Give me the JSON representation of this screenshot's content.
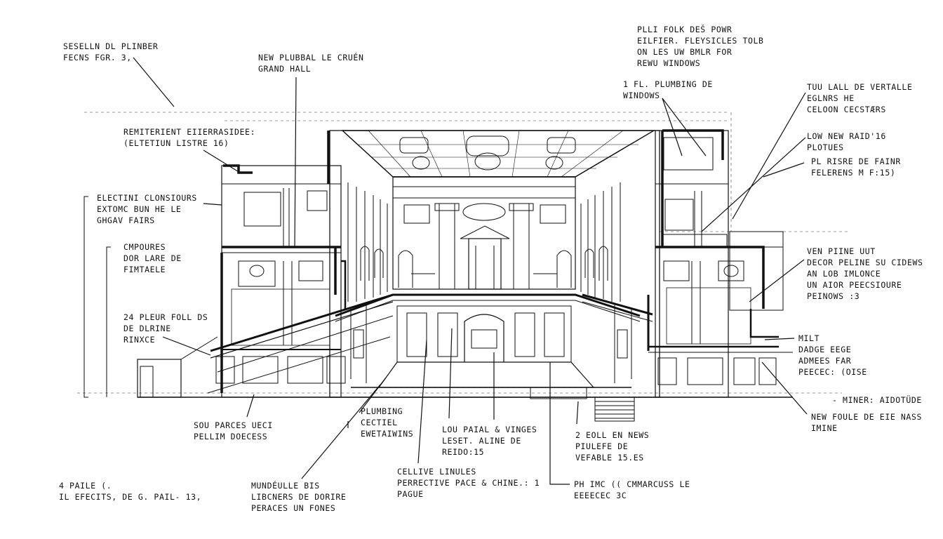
{
  "annotations": [
    {
      "id": "a1",
      "lines": [
        "SESELLN DL PLINBER",
        "FECNS FGR. 3,"
      ]
    },
    {
      "id": "a2",
      "lines": [
        "NEW PLUBBAL LE CRUÉN",
        "GRAND HALL"
      ]
    },
    {
      "id": "a3",
      "lines": [
        "PLLI FOLK DEŠ POWR",
        "EILFIER. FLEYSICLES TOLB",
        "ON LES UW BMLR FOR",
        "REWU WINDOWS"
      ]
    },
    {
      "id": "a4",
      "lines": [
        "1 FL. PLUMBING DE",
        "WINDOWS"
      ]
    },
    {
      "id": "a5",
      "lines": [
        "TUU LALL DE VERTALLE",
        "EGLNRS HE",
        "CELOON CECSTÆRS"
      ]
    },
    {
      "id": "a6",
      "lines": [
        "REMITERIENT EIIERRASIDEE:",
        "(ELTETIUN LISTRE 16)"
      ]
    },
    {
      "id": "a7",
      "lines": [
        "LOW NEW RAID'16",
        "PLOTUES"
      ]
    },
    {
      "id": "a8",
      "lines": [
        "PL RISRE DE FAINR",
        "FELERENS M F:15)"
      ]
    },
    {
      "id": "a9",
      "lines": [
        "ELECTINI CLONSIOURS",
        "EXTOMC BUN HE LE",
        "GHGAV FAIRS"
      ]
    },
    {
      "id": "a10",
      "lines": [
        "CMPOURES",
        "DOR LARE DE",
        "FIMTAELE"
      ]
    },
    {
      "id": "a11",
      "lines": [
        "VEN PIINE UUT",
        "DECOR PELINE SU CIDEWS",
        "AN LOB IMLONCE",
        "UN AIOR PEECSIOURE",
        "PEINOWS :3"
      ]
    },
    {
      "id": "a12",
      "lines": [
        "24 PLEUR FOLL DS",
        "DE DLRINE",
        "RINXCE"
      ]
    },
    {
      "id": "a13",
      "lines": [
        "MILT",
        "DADGE EEGE",
        "ADMEES FAR",
        "PEECEC: (OISE"
      ]
    },
    {
      "id": "a14",
      "lines": [
        "- MINER: AIDOTÜDE"
      ]
    },
    {
      "id": "a15",
      "lines": [
        "NEW FOULE DE EIE NASS",
        "IMINE"
      ]
    },
    {
      "id": "a16",
      "lines": [
        "SOU PARCES UECI",
        "PELLIM DOECESS"
      ]
    },
    {
      "id": "a17",
      "lines": [
        "PLUMBING",
        "CECTIEL",
        "EWETAIWINS"
      ]
    },
    {
      "id": "a18",
      "lines": [
        "LOU PAIAL & VINGES",
        "LESET. ALINE DE",
        "REIDO:15"
      ]
    },
    {
      "id": "a19",
      "lines": [
        "2 EOLL EN NEWS",
        "PIULEFE DE",
        "VEFABLE 15.ES"
      ]
    },
    {
      "id": "a20",
      "lines": [
        "CELLIVE LINULES",
        "PERRECTIVE PACE & CHINE.: 1",
        "PAGUE"
      ]
    },
    {
      "id": "a21",
      "lines": [
        "PH IMC (( CMMARCUSS LE",
        "EEEECEC 3C"
      ]
    },
    {
      "id": "a22",
      "lines": [
        "MUNDÉULLE BIS",
        "LIBCNERS DE DORIRE",
        "PERACES UN FONES"
      ]
    },
    {
      "id": "a23",
      "lines": [
        "4 PAILE (.",
        "IL EFECITS, DE G. PAIL- 13,"
      ]
    }
  ]
}
